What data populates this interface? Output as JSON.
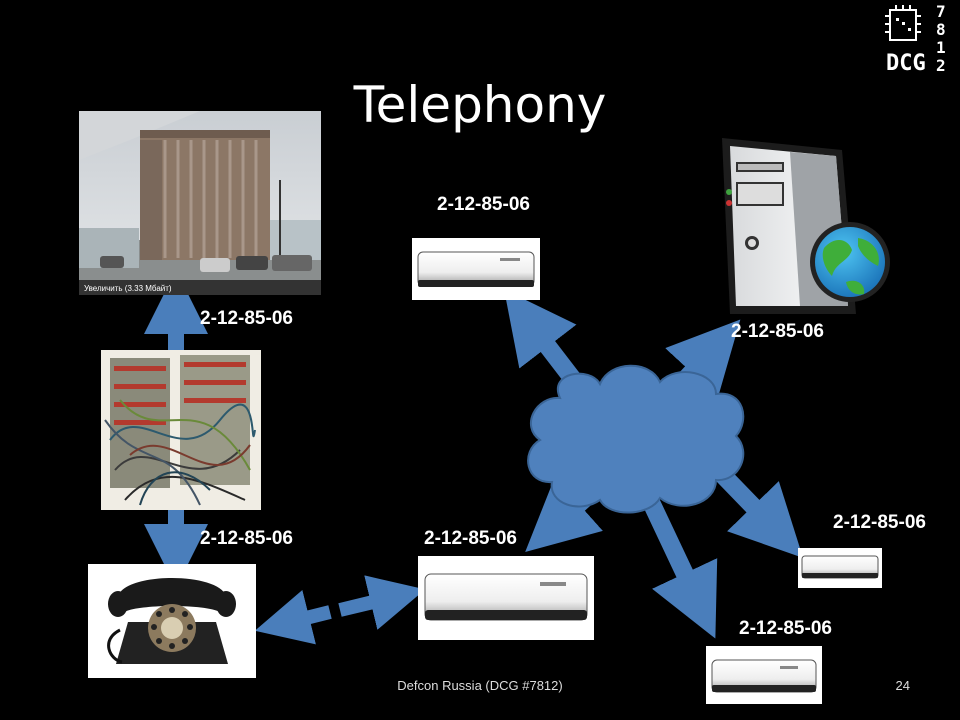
{
  "slide": {
    "title": "Telephony",
    "footer": "Defcon Russia (DCG #7812)",
    "page_number": "24"
  },
  "logo": {
    "text": "DCG",
    "digits": [
      "7",
      "8",
      "1",
      "2"
    ]
  },
  "photo_caption": "Увеличить (3.33 Мбайт)",
  "numbers": {
    "exchange_link": "2-12-85-06",
    "phone_link": "2-12-85-06",
    "router_top": "2-12-85-06",
    "server": "2-12-85-06",
    "router_mid": "2-12-85-06",
    "router_right": "2-12-85-06",
    "router_bottom": "2-12-85-06"
  },
  "colors": {
    "background": "#000000",
    "arrow": "#4a7ebb",
    "arrow_stroke": "#2f5c8f",
    "cloud": "#4f81bd"
  },
  "icons": {
    "building": "building-photo",
    "switchboard": "wiring-panel-photo",
    "phone": "rotary-phone-icon",
    "server": "server-tower-icon",
    "globe": "globe-icon",
    "router": "router-icon",
    "cloud": "network-cloud-icon"
  }
}
